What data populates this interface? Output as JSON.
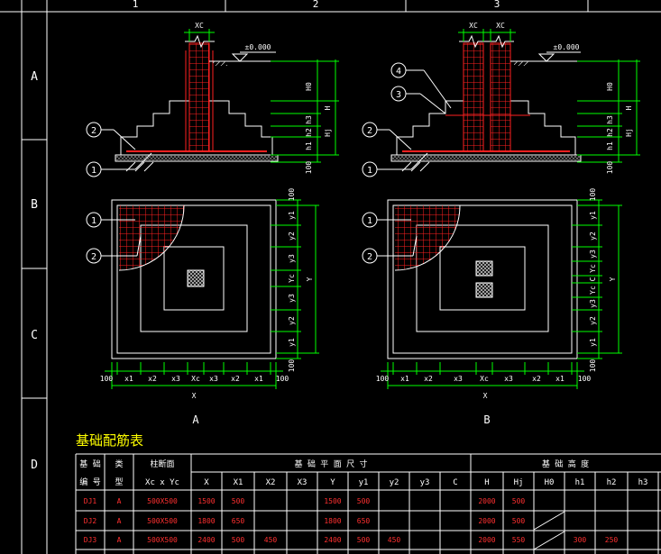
{
  "grid": {
    "columns": [
      "1",
      "2",
      "3"
    ],
    "rows": [
      "A",
      "B",
      "C",
      "D"
    ]
  },
  "elevation_label": "±0.000",
  "elevation_label_b": "±0.000",
  "dims": {
    "xc": "XC",
    "h0": "H0",
    "h": "H",
    "h3": "h3",
    "h2": "h2",
    "hj": "Hj",
    "h1": "h1",
    "v100": "100",
    "top100": "100",
    "y1": "y1",
    "y2": "y2",
    "y3": "y3",
    "yc": "Yc",
    "c": "C",
    "y": "Y",
    "x100": "100",
    "x1": "x1",
    "x2": "x2",
    "x3": "x3",
    "xcap": "Xc",
    "x": "X"
  },
  "callouts": {
    "c1": "1",
    "c2": "2",
    "c3": "3",
    "c4": "4"
  },
  "detail_labels": {
    "a": "A",
    "b": "B"
  },
  "table": {
    "title": "基础配筋表",
    "group_headers": {
      "id": "基 础",
      "type": "类",
      "section": "柱断面",
      "plan": "基 础 平 面 尺 寸",
      "elev": "基 础 高 度"
    },
    "sub_headers": {
      "id": "编 号",
      "type": "型",
      "section": "Xc x Yc"
    },
    "columns": [
      "X",
      "X1",
      "X2",
      "X3",
      "Y",
      "y1",
      "y2",
      "y3",
      "C",
      "H",
      "Hj",
      "H0",
      "h1",
      "h2",
      "h3"
    ],
    "rows": [
      {
        "id": "DJ1",
        "type": "A",
        "section": "500X500",
        "X": "1500",
        "X1": "500",
        "X2": "",
        "X3": "",
        "Y": "1500",
        "y1": "500",
        "y2": "",
        "y3": "",
        "C": "",
        "H": "2000",
        "Hj": "500",
        "H0": "",
        "h1": "",
        "h2": "",
        "h3": ""
      },
      {
        "id": "DJ2",
        "type": "A",
        "section": "500X500",
        "X": "1800",
        "X1": "650",
        "X2": "",
        "X3": "",
        "Y": "1800",
        "y1": "650",
        "y2": "",
        "y3": "",
        "C": "",
        "H": "2000",
        "Hj": "500",
        "H0": "",
        "h1": "",
        "h2": "",
        "h3": ""
      },
      {
        "id": "DJ3",
        "type": "A",
        "section": "500X500",
        "X": "2400",
        "X1": "500",
        "X2": "450",
        "X3": "",
        "Y": "2400",
        "y1": "500",
        "y2": "450",
        "y3": "",
        "C": "",
        "H": "2000",
        "Hj": "550",
        "H0": "",
        "h1": "300",
        "h2": "250",
        "h3": ""
      }
    ]
  }
}
